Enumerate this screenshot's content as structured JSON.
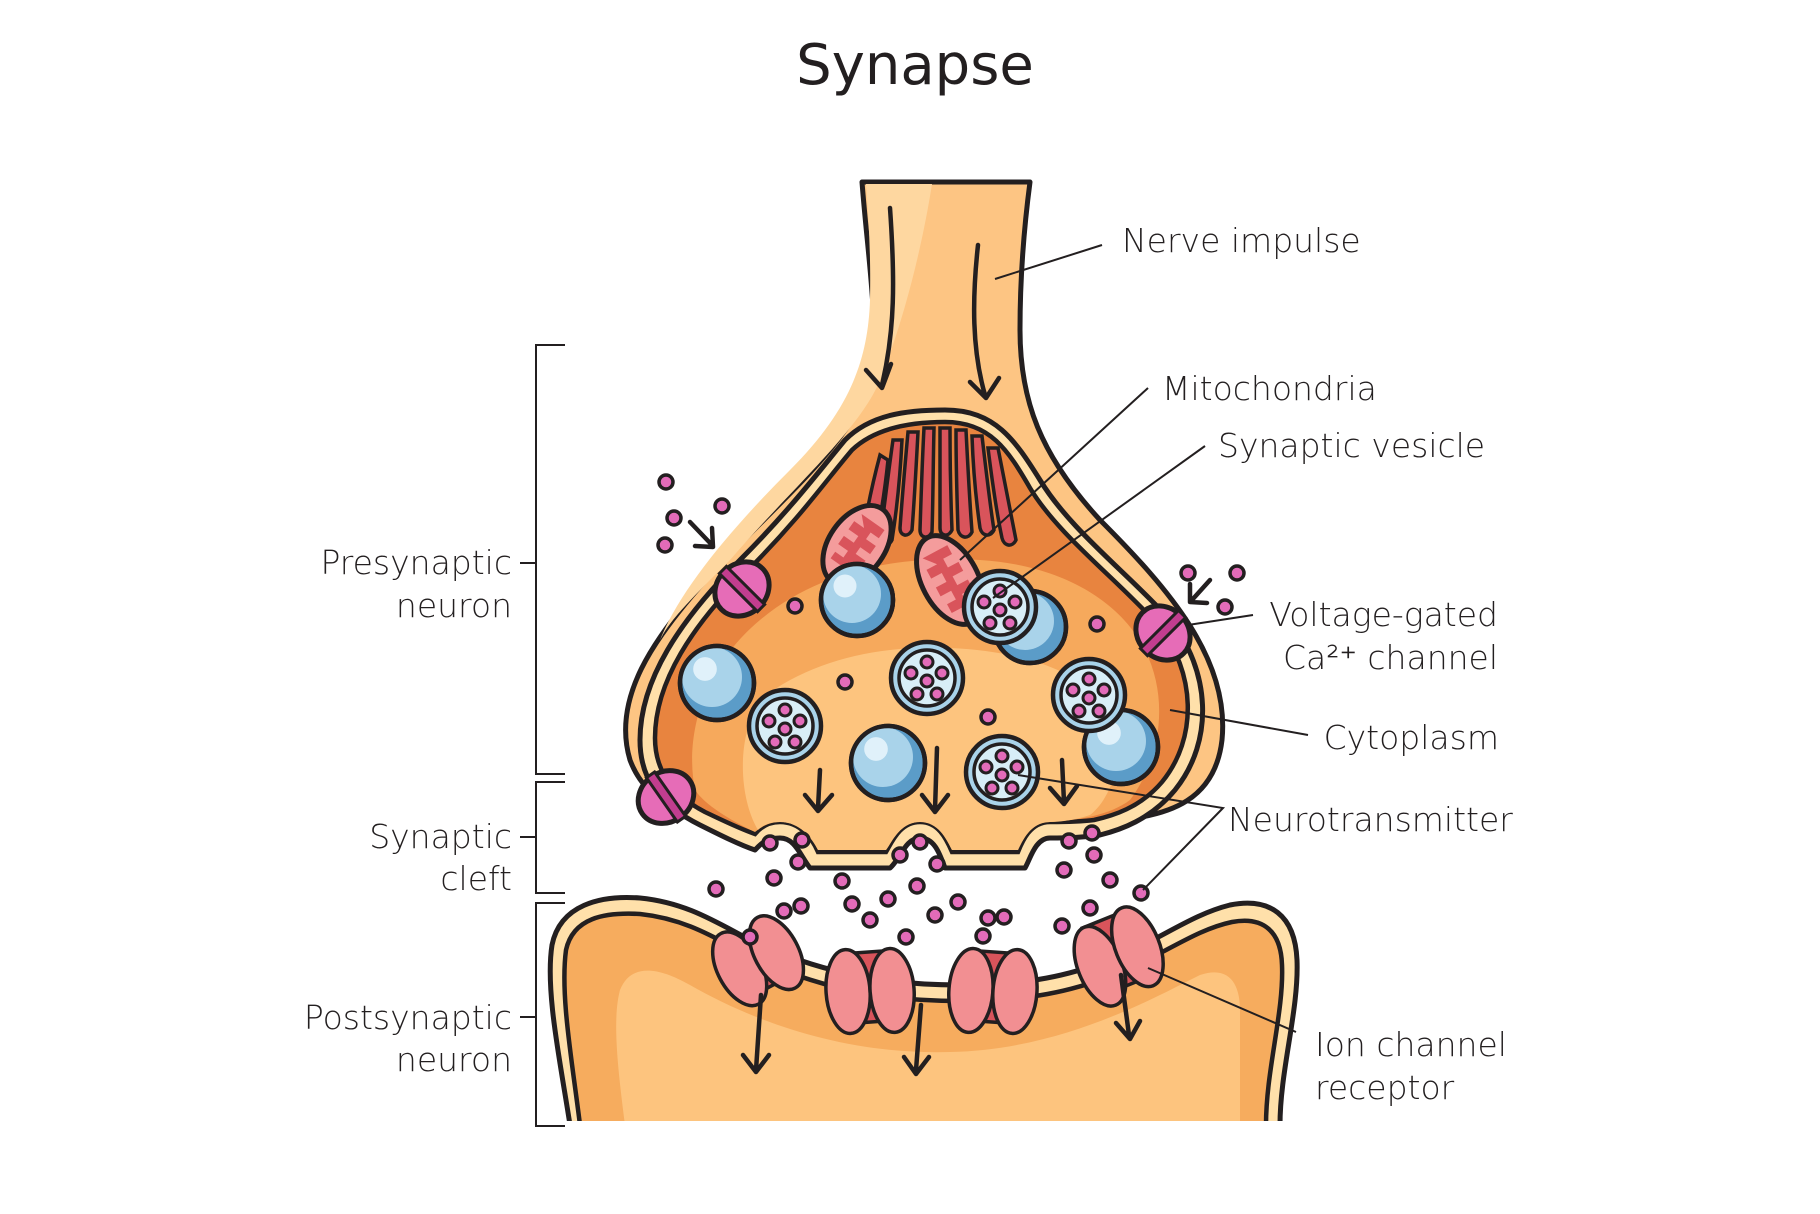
{
  "title": "Synapse",
  "labels": {
    "nerve_impulse": "Nerve impulse",
    "mitochondria": "Mitochondria",
    "synaptic_vesicle": "Synaptic vesicle",
    "voltage_gated_line1": "Voltage-gated",
    "voltage_gated_line2": "Ca²⁺ channel",
    "cytoplasm": "Cytoplasm",
    "neurotransmitter": "Neurotransmitter",
    "ion_channel_line1": "Ion channel",
    "ion_channel_line2": "receptor",
    "presynaptic_line1": "Presynaptic",
    "presynaptic_line2": "neuron",
    "cleft_line1": "Synaptic",
    "cleft_line2": "cleft",
    "postsynaptic_line1": "Postsynaptic",
    "postsynaptic_line2": "neuron"
  },
  "colors": {
    "outline": "#231f20",
    "axon_fill": "#fdc583",
    "axon_highlight": "#fed7a0",
    "membrane_band": "#ffe0aa",
    "terminal_inner_dark": "#e8843f",
    "cytoplasm_mid": "#f6a95c",
    "cytoplasm_light": "#fdc47e",
    "postsynaptic_outer": "#f6ac5e",
    "postsynaptic_inner": "#fdc47e",
    "neurotransmitter_dot": "#e36bb9",
    "ca_channel": "#e66cb7",
    "ca_channel_band": "#c23d8f",
    "vesicle_blue": "#a9d3ea",
    "vesicle_shade": "#5b9cc8",
    "vesicle_highlight": "#e0f1fa",
    "nt_vesicle_inner": "#d8eef7",
    "mito_outer": "#f49c9c",
    "mito_inner": "#d9545b",
    "receptor_light": "#f28f92",
    "receptor_dark": "#d9545b"
  }
}
